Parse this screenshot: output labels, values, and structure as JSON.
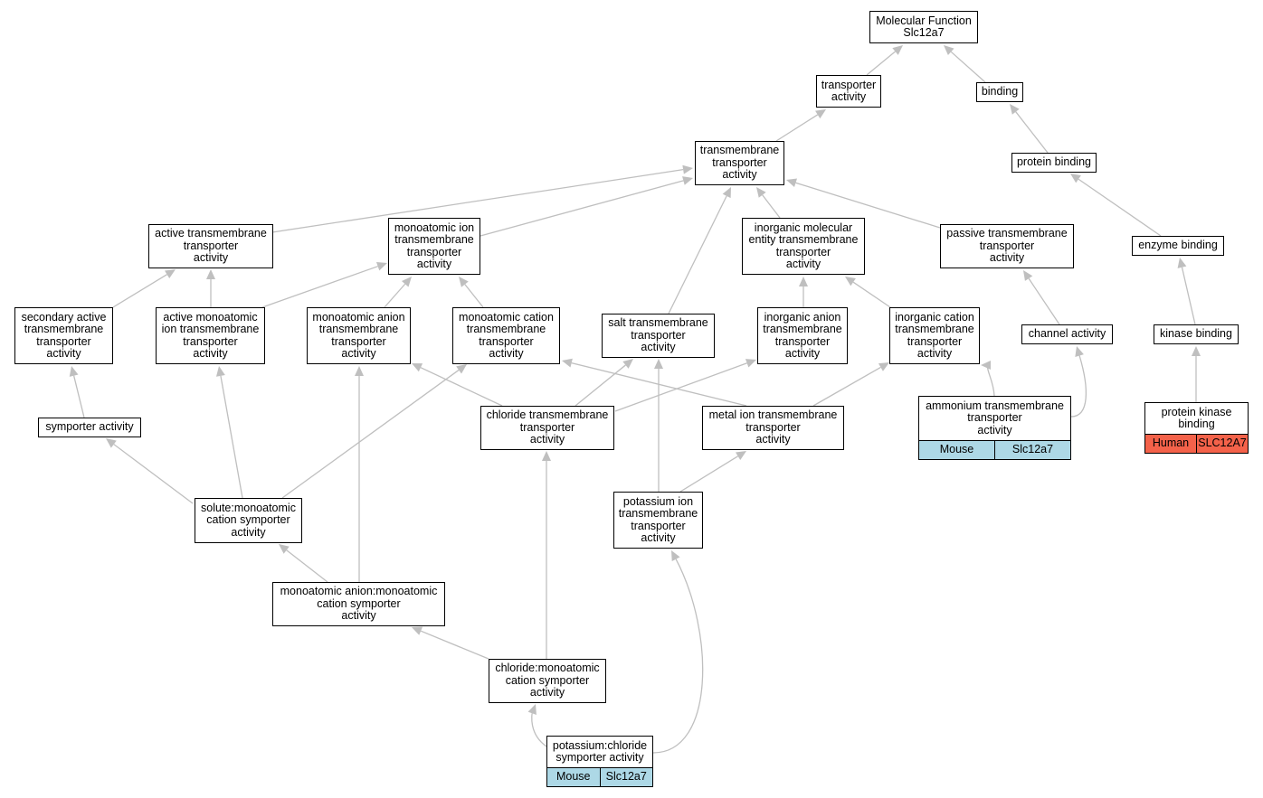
{
  "graph": {
    "edge_color": "#bfbfbf",
    "tag_colors": {
      "Mouse": "#add8e6",
      "Human": "#f4624a"
    },
    "nodes": [
      {
        "id": "mf",
        "label": "Molecular Function\nSlc12a7"
      },
      {
        "id": "transporter",
        "label": "transporter\nactivity"
      },
      {
        "id": "binding",
        "label": "binding"
      },
      {
        "id": "tm_transporter",
        "label": "transmembrane\ntransporter\nactivity"
      },
      {
        "id": "protein_binding",
        "label": "protein binding"
      },
      {
        "id": "active_tm",
        "label": "active transmembrane\ntransporter\nactivity"
      },
      {
        "id": "mono_ion_tm",
        "label": "monoatomic ion\ntransmembrane\ntransporter\nactivity"
      },
      {
        "id": "inorg_mol",
        "label": "inorganic molecular\nentity transmembrane\ntransporter\nactivity"
      },
      {
        "id": "passive_tm",
        "label": "passive transmembrane\ntransporter\nactivity"
      },
      {
        "id": "enzyme_binding",
        "label": "enzyme binding"
      },
      {
        "id": "secondary_active",
        "label": "secondary active\ntransmembrane\ntransporter\nactivity"
      },
      {
        "id": "active_mono_ion",
        "label": "active monoatomic\nion transmembrane\ntransporter\nactivity"
      },
      {
        "id": "mono_anion",
        "label": "monoatomic anion\ntransmembrane\ntransporter\nactivity"
      },
      {
        "id": "mono_cation",
        "label": "monoatomic cation\ntransmembrane\ntransporter\nactivity"
      },
      {
        "id": "salt_tm",
        "label": "salt transmembrane\ntransporter\nactivity"
      },
      {
        "id": "inorg_anion",
        "label": "inorganic anion\ntransmembrane\ntransporter\nactivity"
      },
      {
        "id": "inorg_cation",
        "label": "inorganic cation\ntransmembrane\ntransporter\nactivity"
      },
      {
        "id": "channel",
        "label": "channel activity"
      },
      {
        "id": "kinase_binding",
        "label": "kinase binding"
      },
      {
        "id": "symporter",
        "label": "symporter activity"
      },
      {
        "id": "chloride_tm",
        "label": "chloride transmembrane\ntransporter\nactivity"
      },
      {
        "id": "metal_ion_tm",
        "label": "metal ion transmembrane\ntransporter\nactivity"
      },
      {
        "id": "ammonium_tm",
        "label": "ammonium transmembrane\ntransporter\nactivity",
        "tags": [
          "Mouse",
          "Slc12a7"
        ]
      },
      {
        "id": "protein_kinase",
        "label": "protein kinase\nbinding",
        "tags": [
          "Human",
          "SLC12A7"
        ]
      },
      {
        "id": "solute_mono",
        "label": "solute:monoatomic\ncation symporter\nactivity"
      },
      {
        "id": "potassium_ion_tm",
        "label": "potassium ion\ntransmembrane\ntransporter\nactivity"
      },
      {
        "id": "mono_anion_cation_sym",
        "label": "monoatomic anion:monoatomic\ncation symporter\nactivity"
      },
      {
        "id": "chloride_mono_sym",
        "label": "chloride:monoatomic\ncation symporter\nactivity"
      },
      {
        "id": "kcl_sym",
        "label": "potassium:chloride\nsymporter activity",
        "tags": [
          "Mouse",
          "Slc12a7"
        ]
      }
    ],
    "edges": [
      [
        "transporter",
        "mf"
      ],
      [
        "binding",
        "mf"
      ],
      [
        "tm_transporter",
        "transporter"
      ],
      [
        "protein_binding",
        "binding"
      ],
      [
        "active_tm",
        "tm_transporter"
      ],
      [
        "mono_ion_tm",
        "tm_transporter"
      ],
      [
        "inorg_mol",
        "tm_transporter"
      ],
      [
        "passive_tm",
        "tm_transporter"
      ],
      [
        "salt_tm",
        "tm_transporter"
      ],
      [
        "enzyme_binding",
        "protein_binding"
      ],
      [
        "secondary_active",
        "active_tm"
      ],
      [
        "active_mono_ion",
        "active_tm"
      ],
      [
        "active_mono_ion",
        "mono_ion_tm"
      ],
      [
        "mono_anion",
        "mono_ion_tm"
      ],
      [
        "mono_cation",
        "mono_ion_tm"
      ],
      [
        "inorg_anion",
        "inorg_mol"
      ],
      [
        "inorg_cation",
        "inorg_mol"
      ],
      [
        "channel",
        "passive_tm"
      ],
      [
        "kinase_binding",
        "enzyme_binding"
      ],
      [
        "symporter",
        "secondary_active"
      ],
      [
        "chloride_tm",
        "mono_anion"
      ],
      [
        "chloride_tm",
        "salt_tm"
      ],
      [
        "chloride_tm",
        "inorg_anion"
      ],
      [
        "metal_ion_tm",
        "mono_cation"
      ],
      [
        "metal_ion_tm",
        "inorg_cation"
      ],
      [
        "ammonium_tm",
        "inorg_cation"
      ],
      [
        "ammonium_tm",
        "channel"
      ],
      [
        "protein_kinase",
        "kinase_binding"
      ],
      [
        "solute_mono",
        "symporter"
      ],
      [
        "solute_mono",
        "active_mono_ion"
      ],
      [
        "solute_mono",
        "mono_cation"
      ],
      [
        "potassium_ion_tm",
        "salt_tm"
      ],
      [
        "potassium_ion_tm",
        "metal_ion_tm"
      ],
      [
        "mono_anion_cation_sym",
        "solute_mono"
      ],
      [
        "mono_anion_cation_sym",
        "mono_anion"
      ],
      [
        "chloride_mono_sym",
        "mono_anion_cation_sym"
      ],
      [
        "chloride_mono_sym",
        "chloride_tm"
      ],
      [
        "kcl_sym",
        "chloride_mono_sym"
      ],
      [
        "kcl_sym",
        "potassium_ion_tm"
      ]
    ]
  }
}
